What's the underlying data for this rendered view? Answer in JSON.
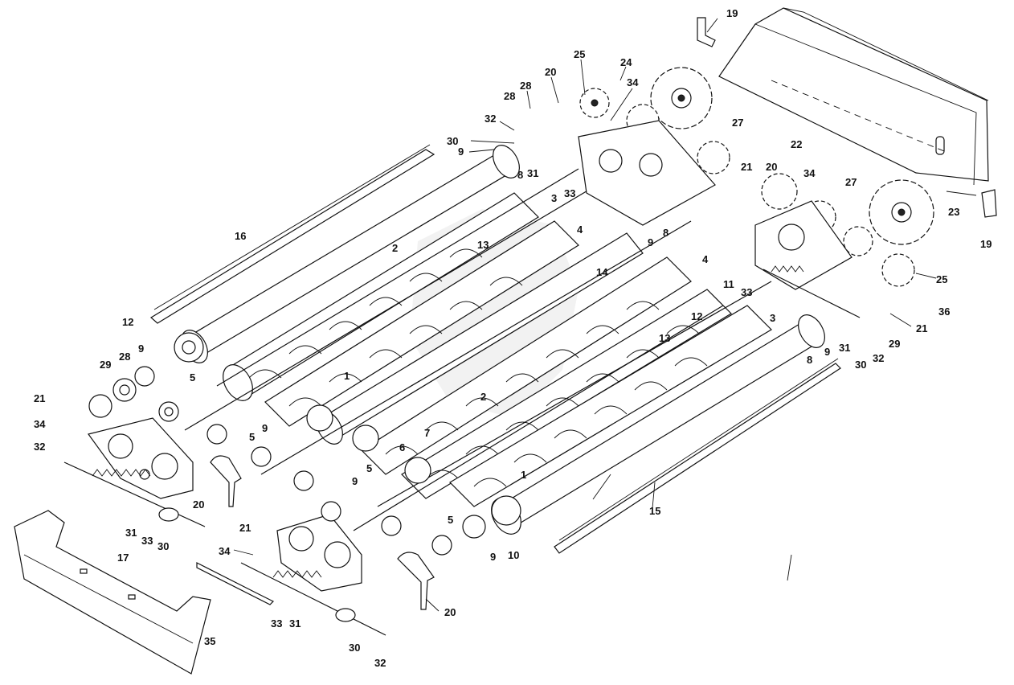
{
  "diagram": {
    "labels": {
      "l19a": "19",
      "l25a": "25",
      "l24": "24",
      "l20a": "20",
      "l28a": "28",
      "l34a": "34",
      "l32a": "32",
      "l28b": "28",
      "l30a": "30",
      "l9a": "9",
      "l31a": "31",
      "l27a": "27",
      "l22": "22",
      "l21a": "21",
      "l20b": "20",
      "l34b": "34",
      "l27b": "27",
      "l23": "23",
      "l19b": "19",
      "l8a": "8",
      "l3a": "3",
      "l33a": "33",
      "l4a": "4",
      "l16": "16",
      "l2a": "2",
      "l13a": "13",
      "l14": "14",
      "l8b": "8",
      "l9b": "9",
      "l4b": "4",
      "l11": "11",
      "l33b": "33",
      "l25b": "25",
      "l36": "36",
      "l12a": "12",
      "l3b": "3",
      "l12b": "12",
      "l13b": "13",
      "l21b": "21",
      "l29a": "29",
      "l9c": "9",
      "l31b": "31",
      "l30b": "30",
      "l32b": "32",
      "l8c": "8",
      "l1a": "1",
      "l9d": "9",
      "l28c": "28",
      "l29b": "29",
      "l5a": "5",
      "l21c": "21",
      "l34c": "34",
      "l32c": "32",
      "l9e": "9",
      "l5b": "5",
      "l2b": "2",
      "l7": "7",
      "l6": "6",
      "l5c": "5",
      "l9f": "9",
      "l1b": "1",
      "l5d": "5",
      "l15": "15",
      "l20c": "20",
      "l21d": "21",
      "l31c": "31",
      "l33c": "33",
      "l30c": "30",
      "l17": "17",
      "l34d": "34",
      "l9g": "9",
      "l10": "10",
      "l20d": "20",
      "l33d": "33",
      "l31d": "31",
      "l35": "35",
      "l30d": "30",
      "l32d": "32"
    },
    "colors": {
      "ink": "#111111",
      "paper": "#ffffff",
      "watermark": "#e9e9e9"
    }
  }
}
